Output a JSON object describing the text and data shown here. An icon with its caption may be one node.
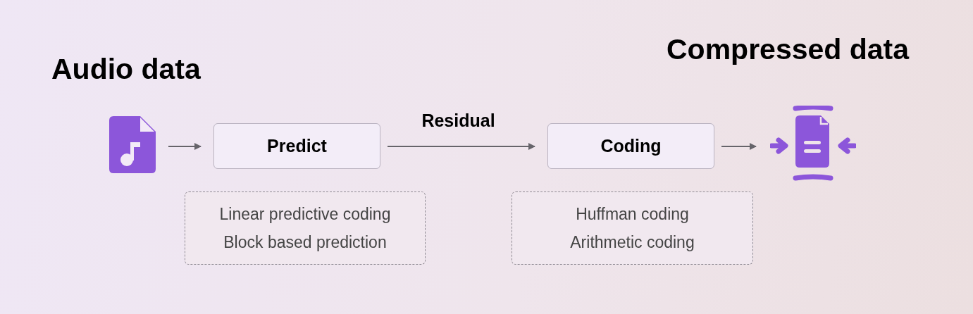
{
  "diagram": {
    "nodes": [
      {
        "text": [],
        "shape": "document"
      },
      {
        "text": [
          "Predict"
        ]
      },
      {
        "text": [
          "Coding"
        ]
      },
      {
        "text": [],
        "shape": "document"
      },
      {
        "text": [
          "Linear predictive coding",
          "Block based prediction"
        ]
      },
      {
        "text": [
          "Huffman coding",
          "Arithmetic coding"
        ]
      }
    ],
    "edges": [
      {
        "from": 0,
        "to": 1,
        "arrow": "to"
      },
      {
        "from": 1,
        "to": 2,
        "arrow": "to",
        "label": "Residual"
      },
      {
        "from": 2,
        "to": 3,
        "arrow": "to"
      }
    ],
    "labels": [
      "Audio data",
      "Compressed data"
    ]
  }
}
